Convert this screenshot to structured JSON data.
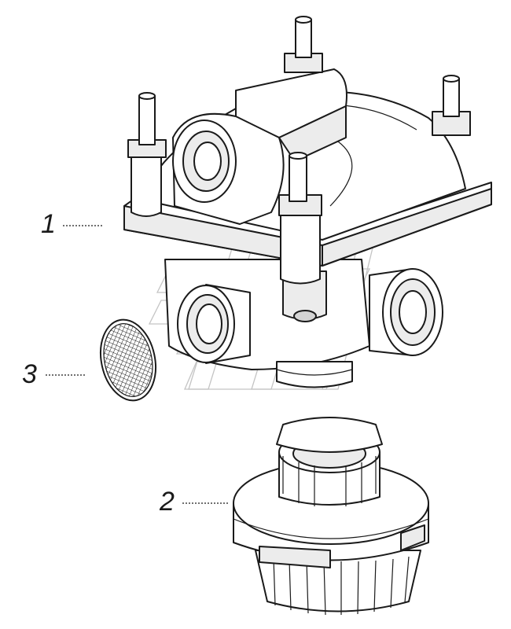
{
  "callouts": [
    {
      "number": "1",
      "part": "valve-body"
    },
    {
      "number": "2",
      "part": "muffler"
    },
    {
      "number": "3",
      "part": "mesh-filter"
    }
  ]
}
